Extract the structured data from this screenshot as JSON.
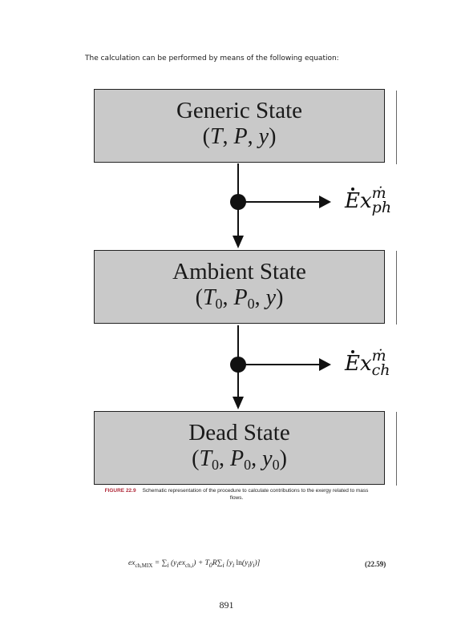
{
  "intro_text": "The calculation can be performed by means of the following equation:",
  "states": [
    {
      "title": "Generic State",
      "vars": "(T, P, y)"
    },
    {
      "title": "Ambient State",
      "vars": "(T0, P0, y)"
    },
    {
      "title": "Dead State",
      "vars": "(T0, P0, y0)"
    }
  ],
  "flows": [
    {
      "symbol": "Ex",
      "superscript": "ṁ",
      "subscript": "ph"
    },
    {
      "symbol": "Ex",
      "superscript": "ṁ",
      "subscript": "ch"
    }
  ],
  "caption": {
    "label": "FIGURE 22.9",
    "text": "Schematic representation of the procedure to calculate contributions to the exergy related to mass flows."
  },
  "equation": {
    "text": "ex_ch,MIX = Σ_i (y_i ex_ch,i) + T_0 R Σ_i [y_i ln(y_i γ_i)]",
    "number": "(22.59)"
  },
  "page_number": "891",
  "colors": {
    "box_fill": "#c9c9c9",
    "caption_label": "#b02a3a"
  }
}
